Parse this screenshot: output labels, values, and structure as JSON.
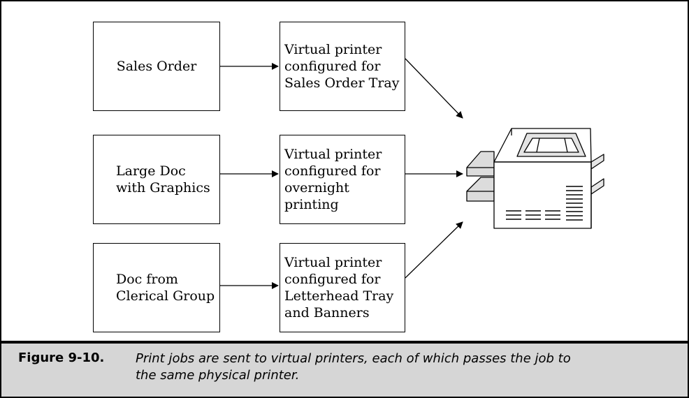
{
  "sources": [
    {
      "text": "Sales Order"
    },
    {
      "text": "Large Doc\nwith Graphics"
    },
    {
      "text": "Doc from\nClerical Group"
    }
  ],
  "virtual_printers": [
    {
      "text": "Virtual printer\nconfigured for\nSales Order Tray"
    },
    {
      "text": "Virtual printer\nconfigured for\novernight printing"
    },
    {
      "text": "Virtual printer\nconfigured for\nLetterhead Tray\nand Banners"
    }
  ],
  "physical_printer": {
    "icon": "printer-icon"
  },
  "caption": {
    "label": "Figure 9-10.",
    "text": "Print jobs are sent to virtual printers, each of which passes the job to\nthe same physical printer."
  }
}
